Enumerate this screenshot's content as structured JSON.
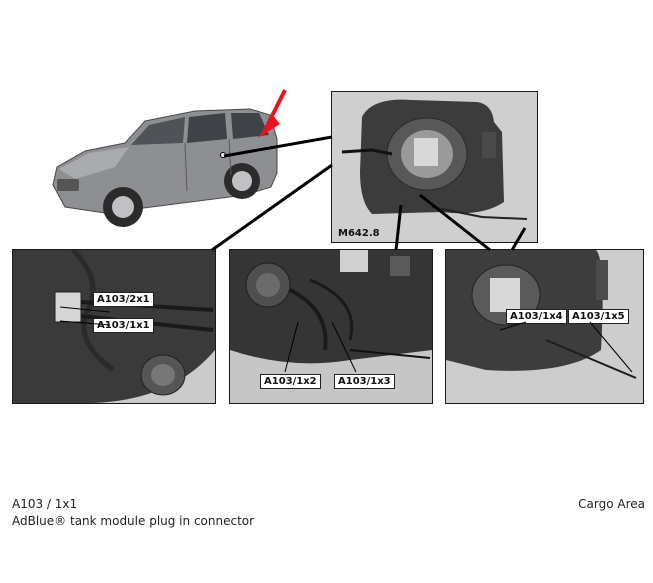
{
  "top_panel": {
    "label": "M642.8"
  },
  "detail_panels": [
    {
      "callouts": [
        "A103/2x1",
        "A103/1x1"
      ]
    },
    {
      "callouts": [
        "A103/1x2",
        "A103/1x3"
      ]
    },
    {
      "callouts": [
        "A103/1x4",
        "A103/1x5"
      ]
    }
  ],
  "caption": {
    "code": "A103 / 1x1",
    "description": "AdBlue® tank module plug in connector",
    "location": "Cargo Area"
  },
  "colors": {
    "arrow": "#e8141c",
    "leader": "#000000"
  }
}
